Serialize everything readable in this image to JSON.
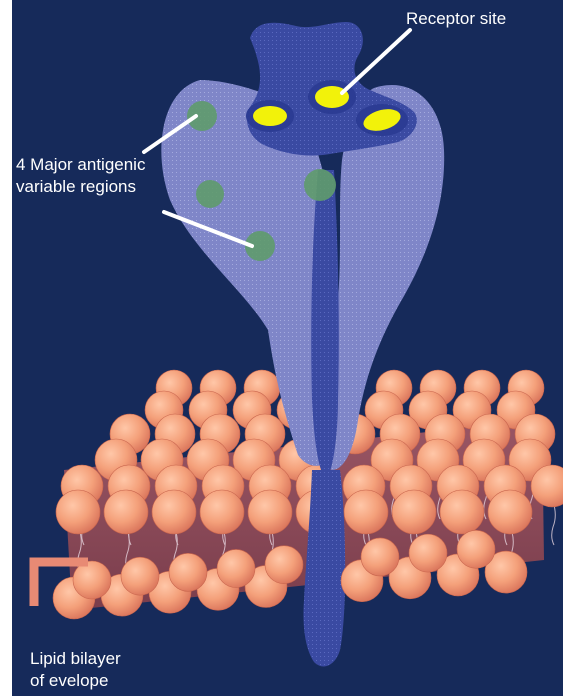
{
  "labels": {
    "receptor_site": "Receptor site",
    "antigenic_line1": "4 Major antigenic",
    "antigenic_line2": "variable regions",
    "lipid_line1": "Lipid bilayer",
    "lipid_line2": "of evelope"
  },
  "colors": {
    "background": "#162a5a",
    "protein_light": "#7f86c8",
    "protein_dark": "#3a4aa2",
    "receptor_yellow": "#f2f20a",
    "antigenic_green": "#5f9b6c",
    "lipid_head": "#f4a07a",
    "lipid_tail_band": "#8a4a58",
    "bracket": "#e88a74"
  }
}
